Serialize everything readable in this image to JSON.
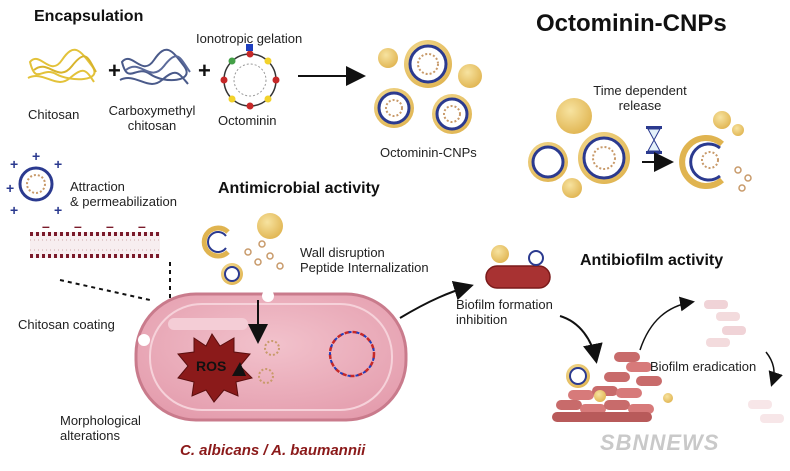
{
  "title": "Octominin-CNPs",
  "sections": {
    "encapsulation": "Encapsulation",
    "antimicrobial": "Antimicrobial activity",
    "antibiofilm": "Antibiofilm activity"
  },
  "labels": {
    "ionotropic": "Ionotropic gelation",
    "chitosan": "Chitosan",
    "cmc_line1": "Carboxymethyl",
    "cmc_line2": "chitosan",
    "octominin": "Octominin",
    "cnps": "Octominin-CNPs",
    "release_line1": "Time dependent",
    "release_line2": "release",
    "attraction_line1": "Attraction",
    "attraction_line2": "& permeabilization",
    "wall_line1": "Wall disruption",
    "wall_line2": "Peptide Internalization",
    "biofilm_inhib_line1": "Biofilm formation",
    "biofilm_inhib_line2": "inhibition",
    "coating": "Chitosan coating",
    "ros": "ROS",
    "morph_line1": "Morphological",
    "morph_line2": "alterations",
    "eradication": "Biofilm eradication",
    "species": "C. albicans / A. baumannii",
    "plus": "+",
    "minus": "–"
  },
  "watermark": "SBNNEWS",
  "colors": {
    "chitosan": "#e3c23a",
    "cmc": "#4a5a8a",
    "nanoparticle_shell": "#e8c15a",
    "nanoparticle_ring": "#2b3a8f",
    "cell_body": "#e9a7b5",
    "cell_outline": "#c97b8c",
    "ros": "#8b1a1a",
    "biofilm": "#c86b6b"
  }
}
